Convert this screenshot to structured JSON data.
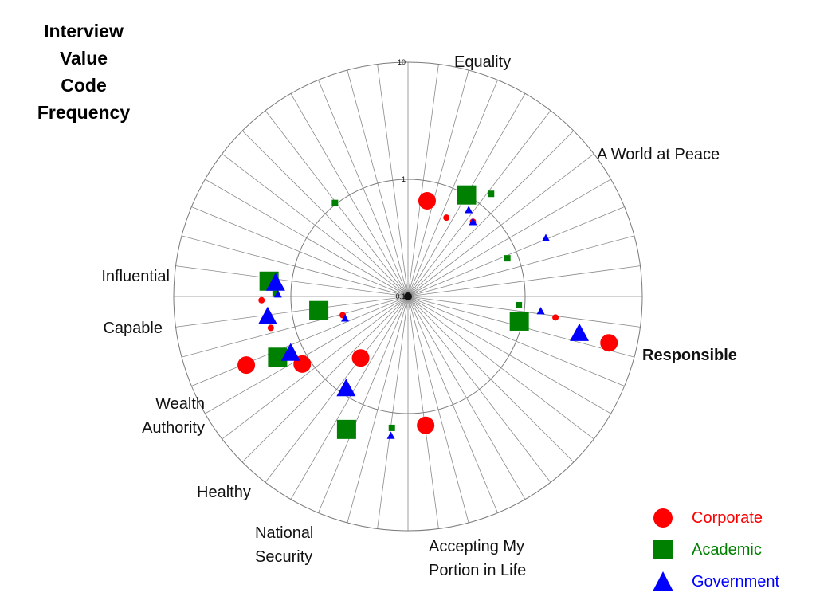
{
  "title_lines": [
    "Interview",
    "Value",
    "Code",
    "Frequency"
  ],
  "chart_data": {
    "type": "polar-scatter",
    "radial_scale": "log",
    "radial_ticks": [
      "0.1",
      "1",
      "10"
    ],
    "radial_range": [
      0.1,
      10
    ],
    "spokes": 48,
    "category_labels": [
      {
        "text": "Equality",
        "bold": false
      },
      {
        "text": "A World at Peace",
        "bold": false
      },
      {
        "text": "Responsible",
        "bold": true
      },
      {
        "text": "Accepting My|Portion in Life",
        "bold": false
      },
      {
        "text": "National|Security",
        "bold": false
      },
      {
        "text": "Healthy",
        "bold": false
      },
      {
        "text": "Wealth|Authority",
        "bold": false
      },
      {
        "text": "Capable",
        "bold": false
      },
      {
        "text": "Influential",
        "bold": false
      }
    ],
    "series": [
      {
        "name": "Corporate",
        "shape": "circle",
        "color": "#ff0000",
        "points": [
          {
            "angle": 11.3,
            "value": 0.68,
            "size": "large"
          },
          {
            "angle": 26.0,
            "value": 0.56,
            "size": "small"
          },
          {
            "angle": 41.0,
            "value": 0.7,
            "size": "small"
          },
          {
            "angle": 98.1,
            "value": 1.87,
            "size": "small"
          },
          {
            "angle": 103.0,
            "value": 5.77,
            "size": "large"
          },
          {
            "angle": 172.2,
            "value": 1.29,
            "size": "large"
          },
          {
            "angle": 217.6,
            "value": 0.46,
            "size": "large"
          },
          {
            "angle": 237.4,
            "value": 1.18,
            "size": "large"
          },
          {
            "angle": 247.0,
            "value": 3.16,
            "size": "large"
          },
          {
            "angle": 254.0,
            "value": 0.38,
            "size": "small"
          },
          {
            "angle": 257.1,
            "value": 1.59,
            "size": "small"
          },
          {
            "angle": 268.5,
            "value": 1.78,
            "size": "small"
          }
        ]
      },
      {
        "name": "Academic",
        "shape": "square",
        "color": "#008000",
        "points": [
          {
            "angle": 30.0,
            "value": 1.0,
            "size": "large"
          },
          {
            "angle": 39.0,
            "value": 1.34,
            "size": "small"
          },
          {
            "angle": 69.0,
            "value": 0.81,
            "size": "small"
          },
          {
            "angle": 94.5,
            "value": 0.89,
            "size": "small"
          },
          {
            "angle": 102.5,
            "value": 0.94,
            "size": "large"
          },
          {
            "angle": 187.0,
            "value": 1.35,
            "size": "small"
          },
          {
            "angle": 204.8,
            "value": 1.78,
            "size": "large"
          },
          {
            "angle": 245.0,
            "value": 1.69,
            "size": "large"
          },
          {
            "angle": 261.0,
            "value": 0.59,
            "size": "large"
          },
          {
            "angle": 271.1,
            "value": 1.35,
            "size": "small"
          },
          {
            "angle": 276.3,
            "value": 1.56,
            "size": "large"
          },
          {
            "angle": 322.0,
            "value": 1.03,
            "size": "small"
          }
        ]
      },
      {
        "name": "Government",
        "shape": "triangle",
        "color": "#0000ff",
        "points": [
          {
            "angle": 35.0,
            "value": 0.8,
            "size": "small"
          },
          {
            "angle": 41.0,
            "value": 0.7,
            "size": "small"
          },
          {
            "angle": 67.0,
            "value": 1.9,
            "size": "small"
          },
          {
            "angle": 96.2,
            "value": 1.38,
            "size": "small"
          },
          {
            "angle": 102.0,
            "value": 3.13,
            "size": "large"
          },
          {
            "angle": 187.0,
            "value": 1.57,
            "size": "small"
          },
          {
            "angle": 214.0,
            "value": 0.88,
            "size": "large"
          },
          {
            "angle": 244.4,
            "value": 1.29,
            "size": "large"
          },
          {
            "angle": 251.0,
            "value": 0.37,
            "size": "small"
          },
          {
            "angle": 262.0,
            "value": 1.62,
            "size": "large"
          },
          {
            "angle": 271.0,
            "value": 1.29,
            "size": "small"
          },
          {
            "angle": 276.0,
            "value": 1.37,
            "size": "large"
          }
        ]
      }
    ]
  },
  "legend": [
    {
      "label": "Corporate",
      "color": "#ff0000",
      "shape": "circle"
    },
    {
      "label": "Academic",
      "color": "#008000",
      "shape": "square"
    },
    {
      "label": "Government",
      "color": "#0000ff",
      "shape": "triangle"
    }
  ]
}
